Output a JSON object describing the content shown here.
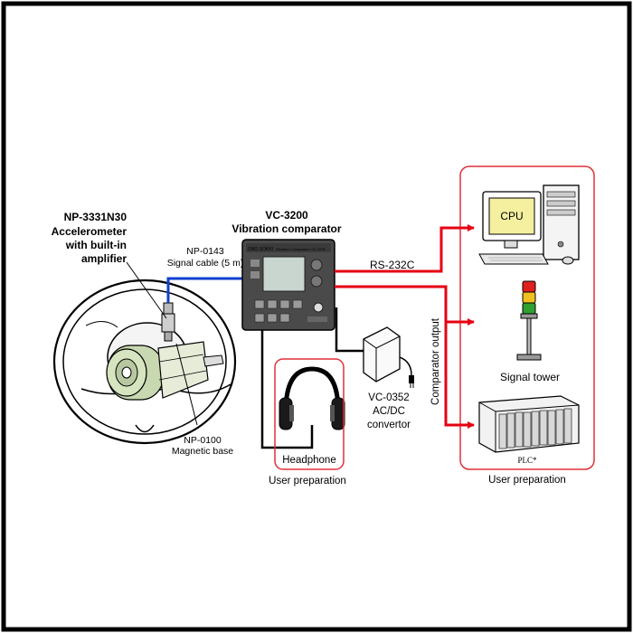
{
  "accelerometer": {
    "model": "NP-3331N30",
    "name_line1": "Accelerometer",
    "name_line2": "with built-in",
    "name_line3": "amplifier"
  },
  "signal_cable": {
    "model": "NP-0143",
    "desc": "Signal cable (5 m)"
  },
  "comparator": {
    "model": "VC-3200",
    "name": "Vibration comparator",
    "brand": "ONO SOKKI",
    "panel_title": "Vibration Comparator VC-3200"
  },
  "magnetic_base": {
    "model": "NP-0100",
    "desc": "Magnetic base"
  },
  "rs232c": "RS-232C",
  "comparator_output": "Comparator output",
  "cpu": "CPU",
  "signal_tower": "Signal tower",
  "plc": "PLC*",
  "adapter": {
    "model": "VC-0352",
    "line2": "AC/DC",
    "line3": "convertor"
  },
  "headphone": "Headphone",
  "user_prep_left": "User preparation",
  "user_prep_right": "User preparation",
  "colors": {
    "frame": "#000000",
    "red_line": "#e60012",
    "blue_cable": "#1040d0",
    "box_border": "#e0303a",
    "cpu_screen": "#f4f0a0",
    "tower_red": "#e02020",
    "tower_yellow": "#f0c020",
    "tower_green": "#30a030",
    "device_body": "#4a4a4a",
    "device_screen": "#c9d6d0",
    "mount_green": "#c8d8b0"
  }
}
